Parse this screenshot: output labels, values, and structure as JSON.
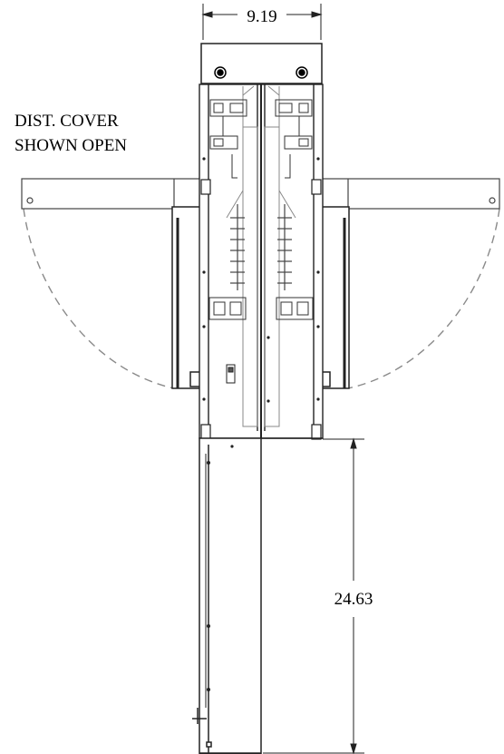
{
  "dimensions": {
    "width_label": "9.19",
    "height_label": "24.63"
  },
  "annotation": {
    "line1": "DIST. COVER",
    "line2": "SHOWN OPEN"
  },
  "colors": {
    "line": "#1a1a1a",
    "light_line": "#888888",
    "dashed": "#8a8a8a"
  }
}
